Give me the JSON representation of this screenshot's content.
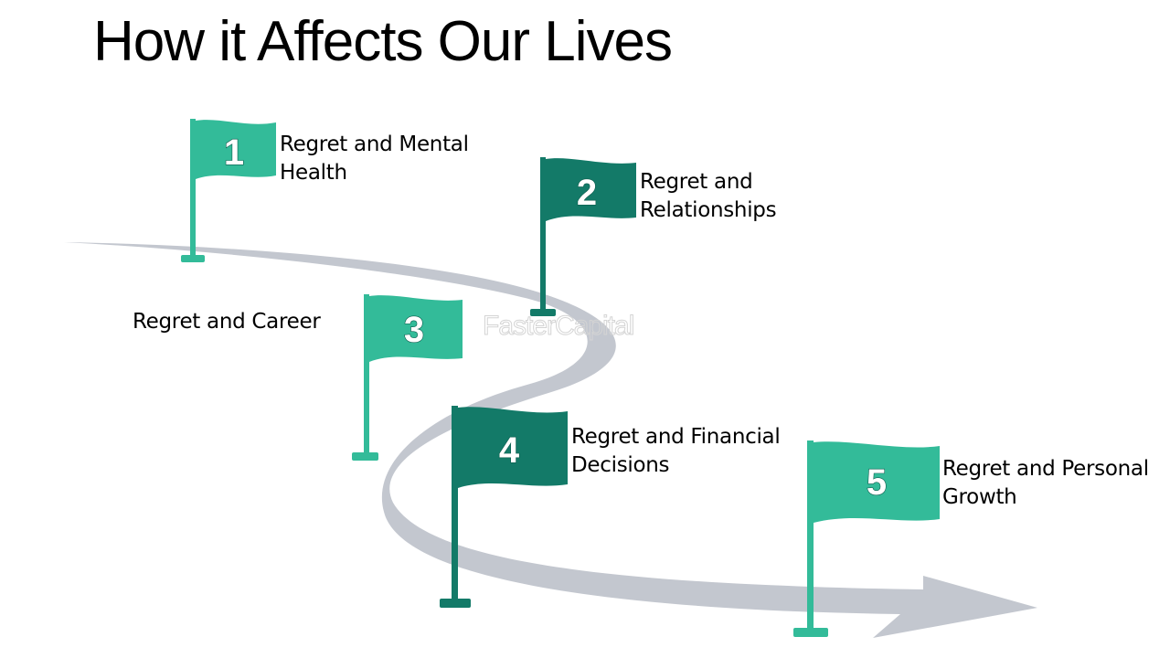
{
  "title": "How it Affects Our Lives",
  "watermark": "FasterCapital",
  "colors": {
    "flag_light": "#33bb99",
    "flag_dark": "#137a68",
    "road": "#c3c7cf",
    "text": "#000000"
  },
  "milestones": [
    {
      "number": "1",
      "label_line1": "Regret and Mental",
      "label_line2": "Health",
      "flag_color": "light"
    },
    {
      "number": "2",
      "label_line1": "Regret and",
      "label_line2": "Relationships",
      "flag_color": "dark"
    },
    {
      "number": "3",
      "label_line1": "Regret and Career",
      "label_line2": "",
      "flag_color": "light"
    },
    {
      "number": "4",
      "label_line1": "Regret and Financial",
      "label_line2": "Decisions",
      "flag_color": "dark"
    },
    {
      "number": "5",
      "label_line1": "Regret and Personal",
      "label_line2": "Growth",
      "flag_color": "light"
    }
  ]
}
